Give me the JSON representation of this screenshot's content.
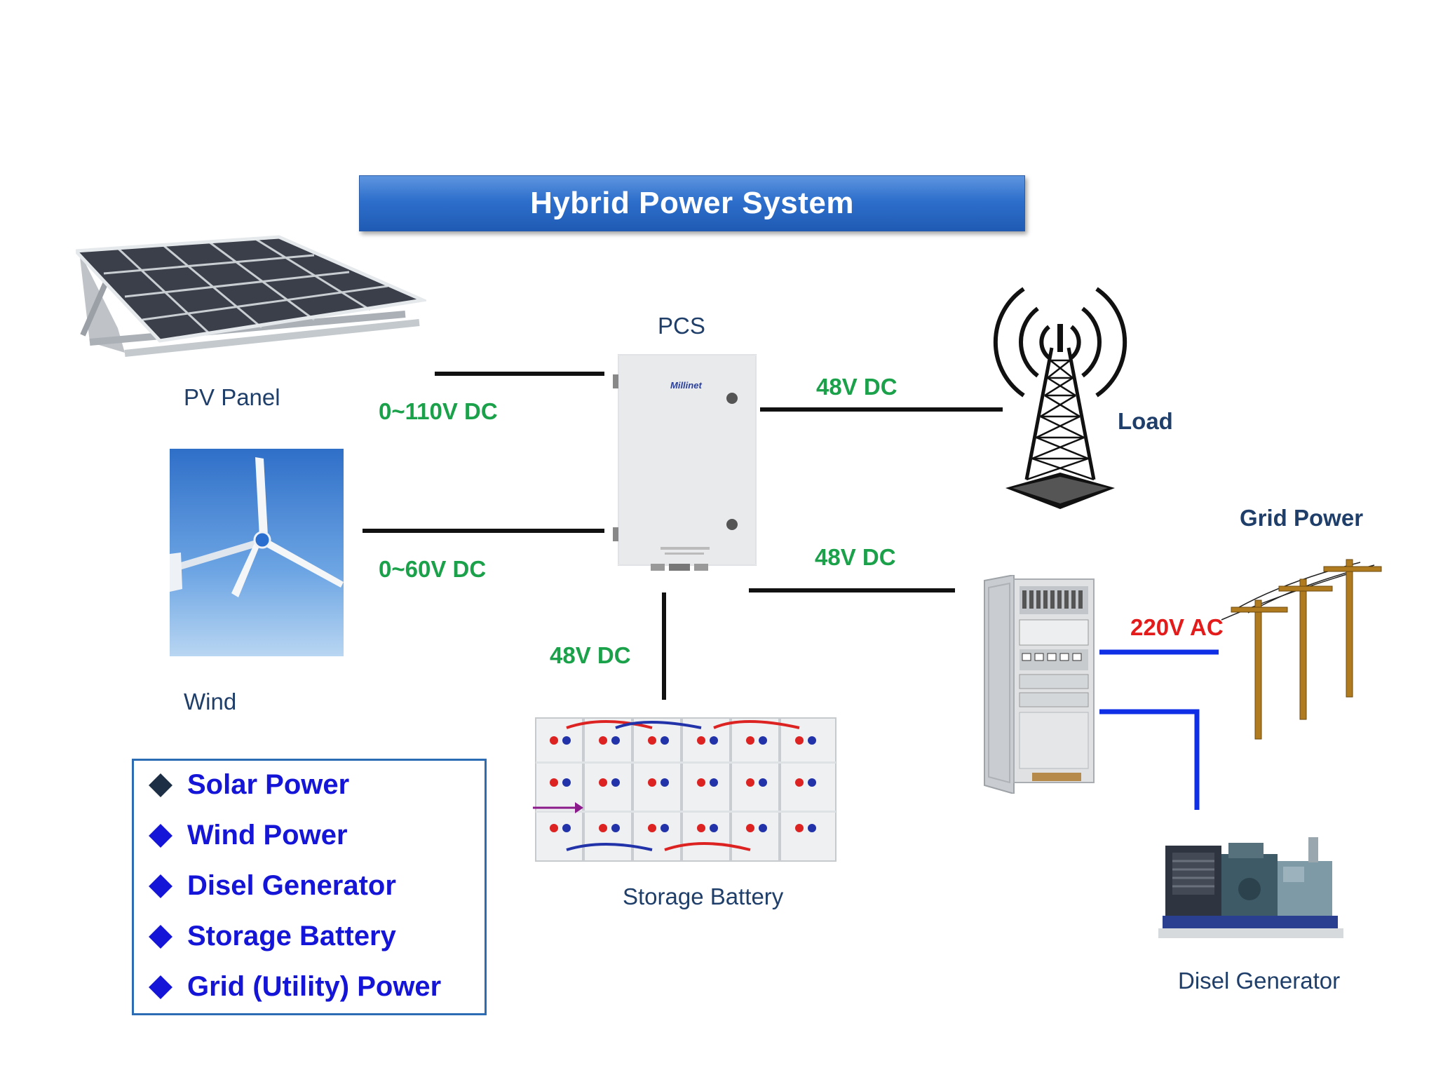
{
  "title": "Hybrid Power System",
  "labels": {
    "pv_panel": "PV Panel",
    "wind": "Wind",
    "pcs": "PCS",
    "load": "Load",
    "grid_power": "Grid Power",
    "storage_battery": "Storage Battery",
    "disel_generator": "Disel Generator"
  },
  "voltages": {
    "pv": "0~110V DC",
    "wind": "0~60V DC",
    "load": "48V DC",
    "cabinet": "48V DC",
    "battery": "48V DC",
    "grid": "220V AC"
  },
  "pcs_brand": "Millinet",
  "features": [
    "Solar Power",
    "Wind Power",
    "Disel Generator",
    "Storage Battery",
    "Grid (Utility) Power"
  ],
  "colors": {
    "title_blue": "#2e6fcc",
    "voltage_green": "#1aa14a",
    "voltage_red": "#e41b1b",
    "feature_text": "#1515d8",
    "ac_line": "#0f2fe6",
    "dc_line": "#111111"
  }
}
